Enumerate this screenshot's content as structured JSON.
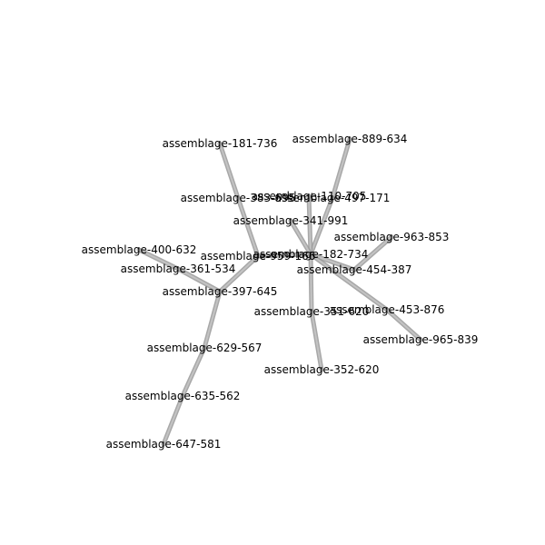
{
  "graph": {
    "style": {
      "edge_color": "#9a9a9a",
      "edge_highlight": "#cfcfcf",
      "label_color": "#000000",
      "background": "#ffffff"
    },
    "nodes": [
      {
        "id": "assemblage-181-736",
        "label": "assemblage-181-736"
      },
      {
        "id": "assemblage-889-634",
        "label": "assemblage-889-634"
      },
      {
        "id": "assemblage-383-695",
        "label": "assemblage-383-695"
      },
      {
        "id": "assemblage-110-705",
        "label": "assemblage-110-705"
      },
      {
        "id": "assemblage-497-171",
        "label": "assemblage-497-171"
      },
      {
        "id": "assemblage-341-991",
        "label": "assemblage-341-991"
      },
      {
        "id": "assemblage-963-853",
        "label": "assemblage-963-853"
      },
      {
        "id": "assemblage-400-632",
        "label": "assemblage-400-632"
      },
      {
        "id": "assemblage-959-166",
        "label": "assemblage-959-166"
      },
      {
        "id": "assemblage-182-734",
        "label": "assemblage-182-734"
      },
      {
        "id": "assemblage-361-534",
        "label": "assemblage-361-534"
      },
      {
        "id": "assemblage-454-387",
        "label": "assemblage-454-387"
      },
      {
        "id": "assemblage-397-645",
        "label": "assemblage-397-645"
      },
      {
        "id": "assemblage-453-876",
        "label": "assemblage-453-876"
      },
      {
        "id": "assemblage-351-620",
        "label": "assemblage-351-620"
      },
      {
        "id": "assemblage-965-839",
        "label": "assemblage-965-839"
      },
      {
        "id": "assemblage-629-567",
        "label": "assemblage-629-567"
      },
      {
        "id": "assemblage-352-620",
        "label": "assemblage-352-620"
      },
      {
        "id": "assemblage-635-562",
        "label": "assemblage-635-562"
      },
      {
        "id": "assemblage-647-581",
        "label": "assemblage-647-581"
      }
    ],
    "edges": [
      {
        "source": "assemblage-181-736",
        "target": "assemblage-383-695"
      },
      {
        "source": "assemblage-383-695",
        "target": "assemblage-959-166"
      },
      {
        "source": "assemblage-400-632",
        "target": "assemblage-361-534"
      },
      {
        "source": "assemblage-361-534",
        "target": "assemblage-397-645"
      },
      {
        "source": "assemblage-959-166",
        "target": "assemblage-397-645"
      },
      {
        "source": "assemblage-397-645",
        "target": "assemblage-629-567"
      },
      {
        "source": "assemblage-629-567",
        "target": "assemblage-635-562"
      },
      {
        "source": "assemblage-635-562",
        "target": "assemblage-647-581"
      },
      {
        "source": "assemblage-959-166",
        "target": "assemblage-182-734"
      },
      {
        "source": "assemblage-889-634",
        "target": "assemblage-497-171"
      },
      {
        "source": "assemblage-497-171",
        "target": "assemblage-182-734"
      },
      {
        "source": "assemblage-110-705",
        "target": "assemblage-182-734"
      },
      {
        "source": "assemblage-341-991",
        "target": "assemblage-182-734"
      },
      {
        "source": "assemblage-182-734",
        "target": "assemblage-454-387"
      },
      {
        "source": "assemblage-963-853",
        "target": "assemblage-454-387"
      },
      {
        "source": "assemblage-182-734",
        "target": "assemblage-351-620"
      },
      {
        "source": "assemblage-351-620",
        "target": "assemblage-352-620"
      },
      {
        "source": "assemblage-182-734",
        "target": "assemblage-453-876"
      },
      {
        "source": "assemblage-453-876",
        "target": "assemblage-965-839"
      }
    ]
  }
}
